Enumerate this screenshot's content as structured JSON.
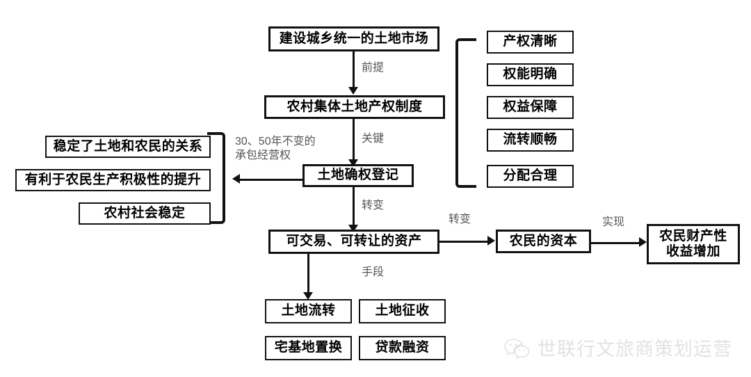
{
  "diagram": {
    "title_node": "建设城乡统一的土地市场",
    "nodes": {
      "market": "建设城乡统一的土地市场",
      "property_system": "农村集体土地产权制度",
      "registration": "土地确权登记",
      "tradable_asset": "可交易、可转让的资产",
      "farmer_capital": "农民的资本",
      "farmer_income": "农民财产性\n收益增加"
    },
    "right_bracket_items": [
      "产权清晰",
      "权能明确",
      "权益保障",
      "流转顺畅",
      "分配合理"
    ],
    "left_bracket_items": [
      "稳定了土地和农民的关系",
      "有利于农民生产积极性的提升",
      "农村社会稳定"
    ],
    "means_items": [
      "土地流转",
      "土地征收",
      "宅基地置换",
      "贷款融资"
    ],
    "edge_labels": {
      "premise": "前提",
      "key": "关键",
      "contract_right": "30、50年不变的\n承包经营权",
      "transform_down": "转变",
      "transform_right": "转变",
      "realize": "实现",
      "means": "手段"
    }
  },
  "watermark": {
    "text": "世联行文旅商策划运营",
    "icon": "wechat-icon",
    "color": "#e2e2e2"
  },
  "colors": {
    "stroke": "#111111",
    "background": "#ffffff",
    "label_text": "#555555"
  }
}
